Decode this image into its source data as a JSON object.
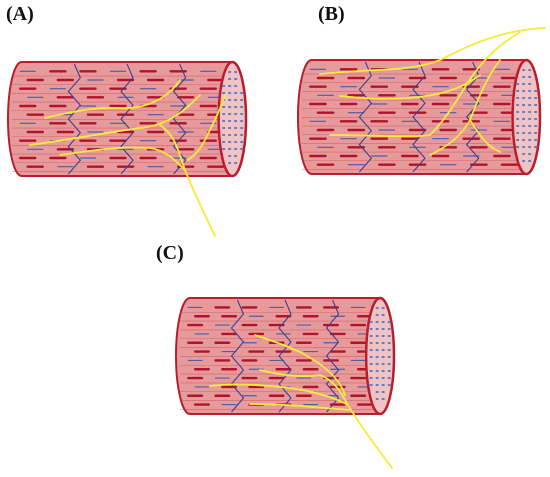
{
  "panels": [
    {
      "label": "(A)"
    },
    {
      "label": "(B)"
    },
    {
      "label": "(C)"
    }
  ],
  "colors": {
    "body": "#E79A9B",
    "body_dark": "#C8414B",
    "outline": "#B81F2E",
    "stripe": "#B0142A",
    "stripe_blue": "#4D5DA8",
    "cell_border": "#3D3F8E",
    "end_face": "#F2C3C4",
    "end_dot": "#5E7FC6",
    "nerve": "#F7EB3A"
  }
}
